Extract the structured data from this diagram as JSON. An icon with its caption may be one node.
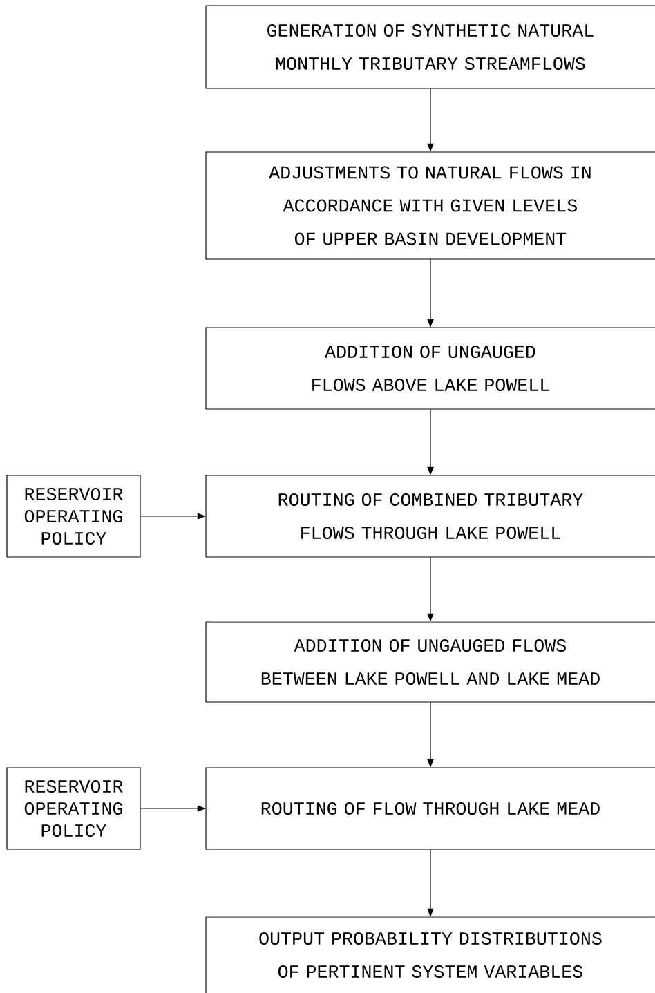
{
  "diagram": {
    "nodes": [
      {
        "text": [
          "GENERATION OF SYNTHETIC NATURAL MONTHLY TRIBUTARY STREAMFLOWS"
        ]
      },
      {
        "text": [
          "ADJUSTMENTS TO NATURAL FLOWS IN ACCORDANCE WITH GIVEN LEVELS OF UPPER BASIN DEVELOPMENT"
        ]
      },
      {
        "text": [
          "ADDITION OF UNGAUGED FLOWS ABOVE LAKE POWELL"
        ]
      },
      {
        "text": [
          "RESERVOIR OPERATING POLICY"
        ]
      },
      {
        "text": [
          "ROUTING OF COMBINED TRIBUTARY FLOWS THROUGH LAKE POWELL"
        ]
      },
      {
        "text": [
          "ADDITION OF UNGAUGED FLOWS BETWEEN LAKE POWELL AND LAKE MEAD"
        ]
      },
      {
        "text": [
          "RESERVOIR OPERATING POLICY"
        ]
      },
      {
        "text": [
          "ROUTING OF FLOW THROUGH LAKE MEAD"
        ]
      },
      {
        "text": [
          "OUTPUT PROBABILITY DISTRIBUTIONS OF PERTINENT SYSTEM VARIABLES"
        ]
      }
    ],
    "edges": [
      {
        "from": 0,
        "to": 1,
        "arrow": "to"
      },
      {
        "from": 1,
        "to": 2,
        "arrow": "to"
      },
      {
        "from": 2,
        "to": 4,
        "arrow": "to"
      },
      {
        "from": 3,
        "to": 4,
        "arrow": "to"
      },
      {
        "from": 4,
        "to": 5,
        "arrow": "to"
      },
      {
        "from": 5,
        "to": 7,
        "arrow": "to"
      },
      {
        "from": 6,
        "to": 7,
        "arrow": "to"
      },
      {
        "from": 7,
        "to": 8,
        "arrow": "to"
      }
    ]
  }
}
